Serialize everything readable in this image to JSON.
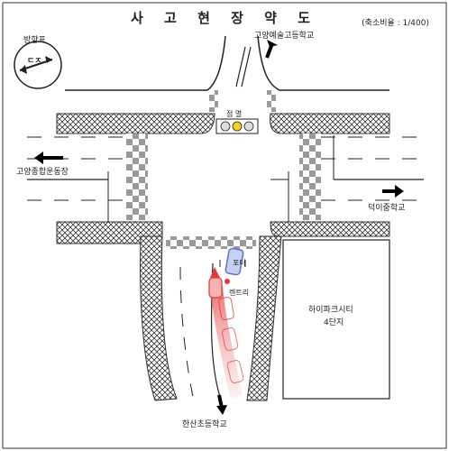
{
  "title": "사 고 현 장 약 도",
  "scale_label": "(축소비율 : 1/400)",
  "compass_label": "방향표",
  "compass_letters": "ㄷㅈ",
  "signal_label": "점 멸",
  "places": {
    "north": "고양예술고등학교",
    "west": "고양종합운동장",
    "east": "덕이중학교",
    "south": "한산초등학교",
    "block": [
      "하이파크시티",
      "4단지"
    ]
  },
  "vehicles": {
    "blue": "포터",
    "red": "렌트리"
  },
  "colors": {
    "signal_yellow": "#f2d21a",
    "car_blue": "#5b74c8",
    "car_red": "#e23a3a",
    "trail_red": "#f3a6a6"
  }
}
